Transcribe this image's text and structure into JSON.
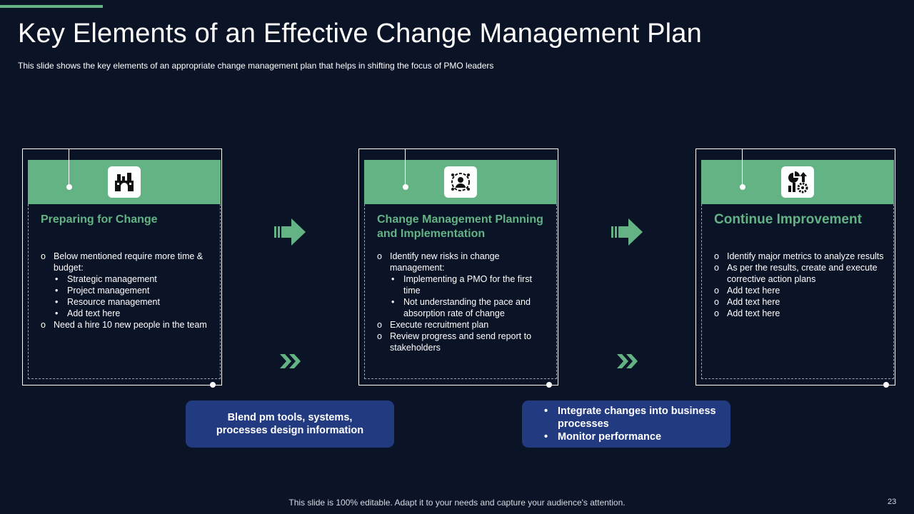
{
  "header": {
    "title": "Key Elements of an Effective Change Management Plan",
    "subtitle": "This slide shows the key elements of an appropriate  change management  plan that helps in shifting the focus of PMO leaders"
  },
  "cards": [
    {
      "title": "Preparing for Change",
      "icon": "factory-icon",
      "items": [
        {
          "mark": "o",
          "text": "Below mentioned require  more time & budget:"
        },
        {
          "mark": "•",
          "text": "Strategic management",
          "sub": true
        },
        {
          "mark": "•",
          "text": "Project management",
          "sub": true
        },
        {
          "mark": "•",
          "text": "Resource  management",
          "sub": true
        },
        {
          "mark": "•",
          "text": "Add text here",
          "sub": true
        },
        {
          "mark": "o",
          "text": "Need a hire 10 new people in the team"
        }
      ]
    },
    {
      "title": "Change Management Planning and Implementation",
      "icon": "person-gear-icon",
      "items": [
        {
          "mark": "o",
          "text": "Identify new risks in change management:"
        },
        {
          "mark": "•",
          "text": "Implementing  a PMO for the first time",
          "sub": true
        },
        {
          "mark": "•",
          "text": "Not understanding  the pace and absorption rate  of change",
          "sub": true
        },
        {
          "mark": "o",
          "text": "Execute recruitment  plan"
        },
        {
          "mark": "o",
          "text": "Review  progress  and send report to stakeholders"
        }
      ]
    },
    {
      "title": "Continue Improvement",
      "icon": "chart-gear-icon",
      "items": [
        {
          "mark": "o",
          "text": "Identify  major metrics to analyze results"
        },
        {
          "mark": "o",
          "text": "As per the results, create and execute corrective  action plans"
        },
        {
          "mark": "o",
          "text": "Add text here"
        },
        {
          "mark": "o",
          "text": "Add text here"
        },
        {
          "mark": "o",
          "text": "Add text here"
        }
      ]
    }
  ],
  "notes": {
    "left": {
      "line1": "Blend pm tools, systems,",
      "line2": "processes design information"
    },
    "right": [
      "Integrate changes into business processes",
      "Monitor performance"
    ]
  },
  "footer": {
    "text": "This slide is 100% editable. Adapt it to your needs and capture your audience's attention.",
    "page": "23"
  },
  "colors": {
    "background": "#0b1327",
    "accent_green": "#63b385",
    "note_blue": "#223a80"
  }
}
